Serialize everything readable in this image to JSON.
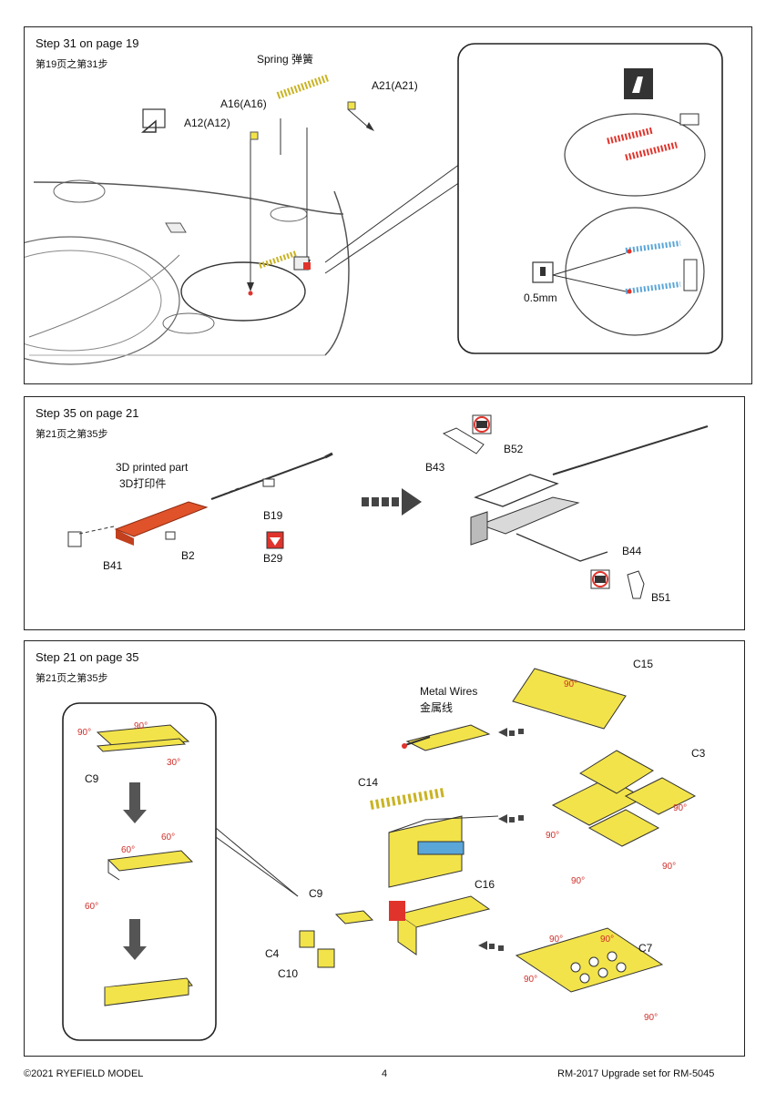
{
  "steps": [
    {
      "title": "Step 31 on page 19",
      "subtitle": "第19页之第31步",
      "labels": {
        "spring": "Spring 弹簧",
        "a16": "A16(A16)",
        "a12": "A12(A12)",
        "a21": "A21(A21)",
        "drill": "0.5mm"
      }
    },
    {
      "title": "Step 35 on page 21",
      "subtitle": "第21页之第35步",
      "labels": {
        "printed_en": "3D printed part",
        "printed_cn": "3D打印件",
        "b19": "B19",
        "b29": "B29",
        "b2": "B2",
        "b41": "B41",
        "b43": "B43",
        "b52": "B52",
        "b44": "B44",
        "b51": "B51"
      }
    },
    {
      "title": "Step 21 on page 35",
      "subtitle": "第21页之第35步",
      "labels": {
        "metal_en": "Metal Wires",
        "metal_cn": "金属线",
        "c15": "C15",
        "c3": "C3",
        "c14": "C14",
        "c16": "C16",
        "c9": "C9",
        "c9_inset": "C9",
        "c4": "C4",
        "c10": "C10",
        "c7": "C7",
        "deg90": "90°",
        "deg60": "60°",
        "deg30": "30°"
      }
    }
  ],
  "footer": {
    "copyright": "©2021 RYEFIELD MODEL",
    "page": "4",
    "product": "RM-2017 Upgrade set for RM-5045"
  },
  "colors": {
    "part_yellow": "#f2e34a",
    "highlight_red": "#e0332b",
    "spring_blue": "#5aa6d8",
    "printed_orange": "#e0522a"
  }
}
